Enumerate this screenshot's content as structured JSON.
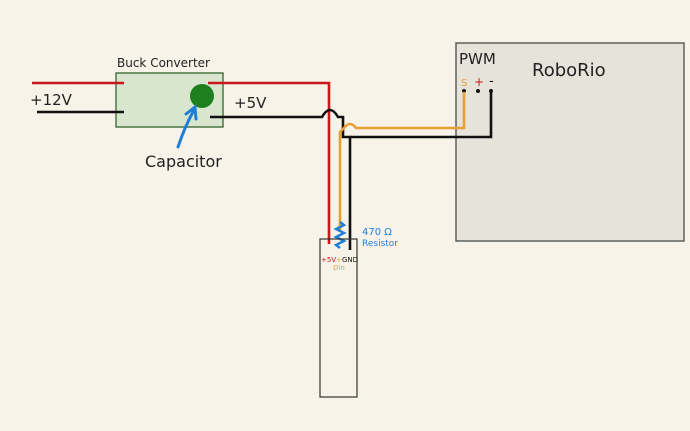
{
  "buck_converter": {
    "label": "Buck Converter"
  },
  "input_voltage": {
    "label": "+12V"
  },
  "output_voltage": {
    "label": "+5V"
  },
  "capacitor": {
    "label": "Capacitor"
  },
  "roborio": {
    "title": "RoboRio",
    "pwm_label": "PWM",
    "pins": {
      "signal": "S",
      "plus": "+",
      "minus": "-"
    }
  },
  "resistor": {
    "value": "470 Ω",
    "label": "Resistor"
  },
  "led_strip": {
    "pin_5v": "+5V",
    "pin_plus": "+",
    "pin_gnd": "GND",
    "pin_din": "Din"
  },
  "colors": {
    "background": "#f7f3e8",
    "red_wire": "#c8181c",
    "black_wire": "#111111",
    "orange_wire": "#e8a033",
    "blue": "#1f7fd6",
    "buck_fill": "#d9e6cf",
    "buck_border": "#3f6f3a",
    "capacitor": "#1e7f1e",
    "roborio_fill": "#e6e3da"
  }
}
